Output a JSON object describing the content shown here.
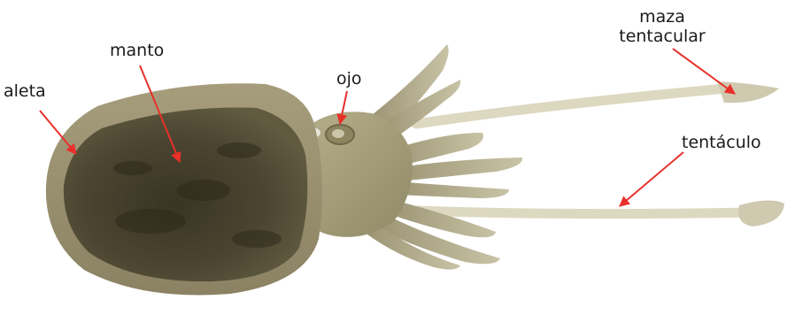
{
  "labels": {
    "aleta": "aleta",
    "manto": "manto",
    "ojo": "ojo",
    "maza_line1": "maza",
    "maza_line2": "tentacular",
    "tentaculo": "tentáculo"
  },
  "colors": {
    "arrow": "#e8302a",
    "mantle_dark": "#3e3826",
    "mantle_mid": "#6b6446",
    "fin": "#9a9170",
    "head": "#a8a27e",
    "tentacle": "#ddd8c0"
  }
}
